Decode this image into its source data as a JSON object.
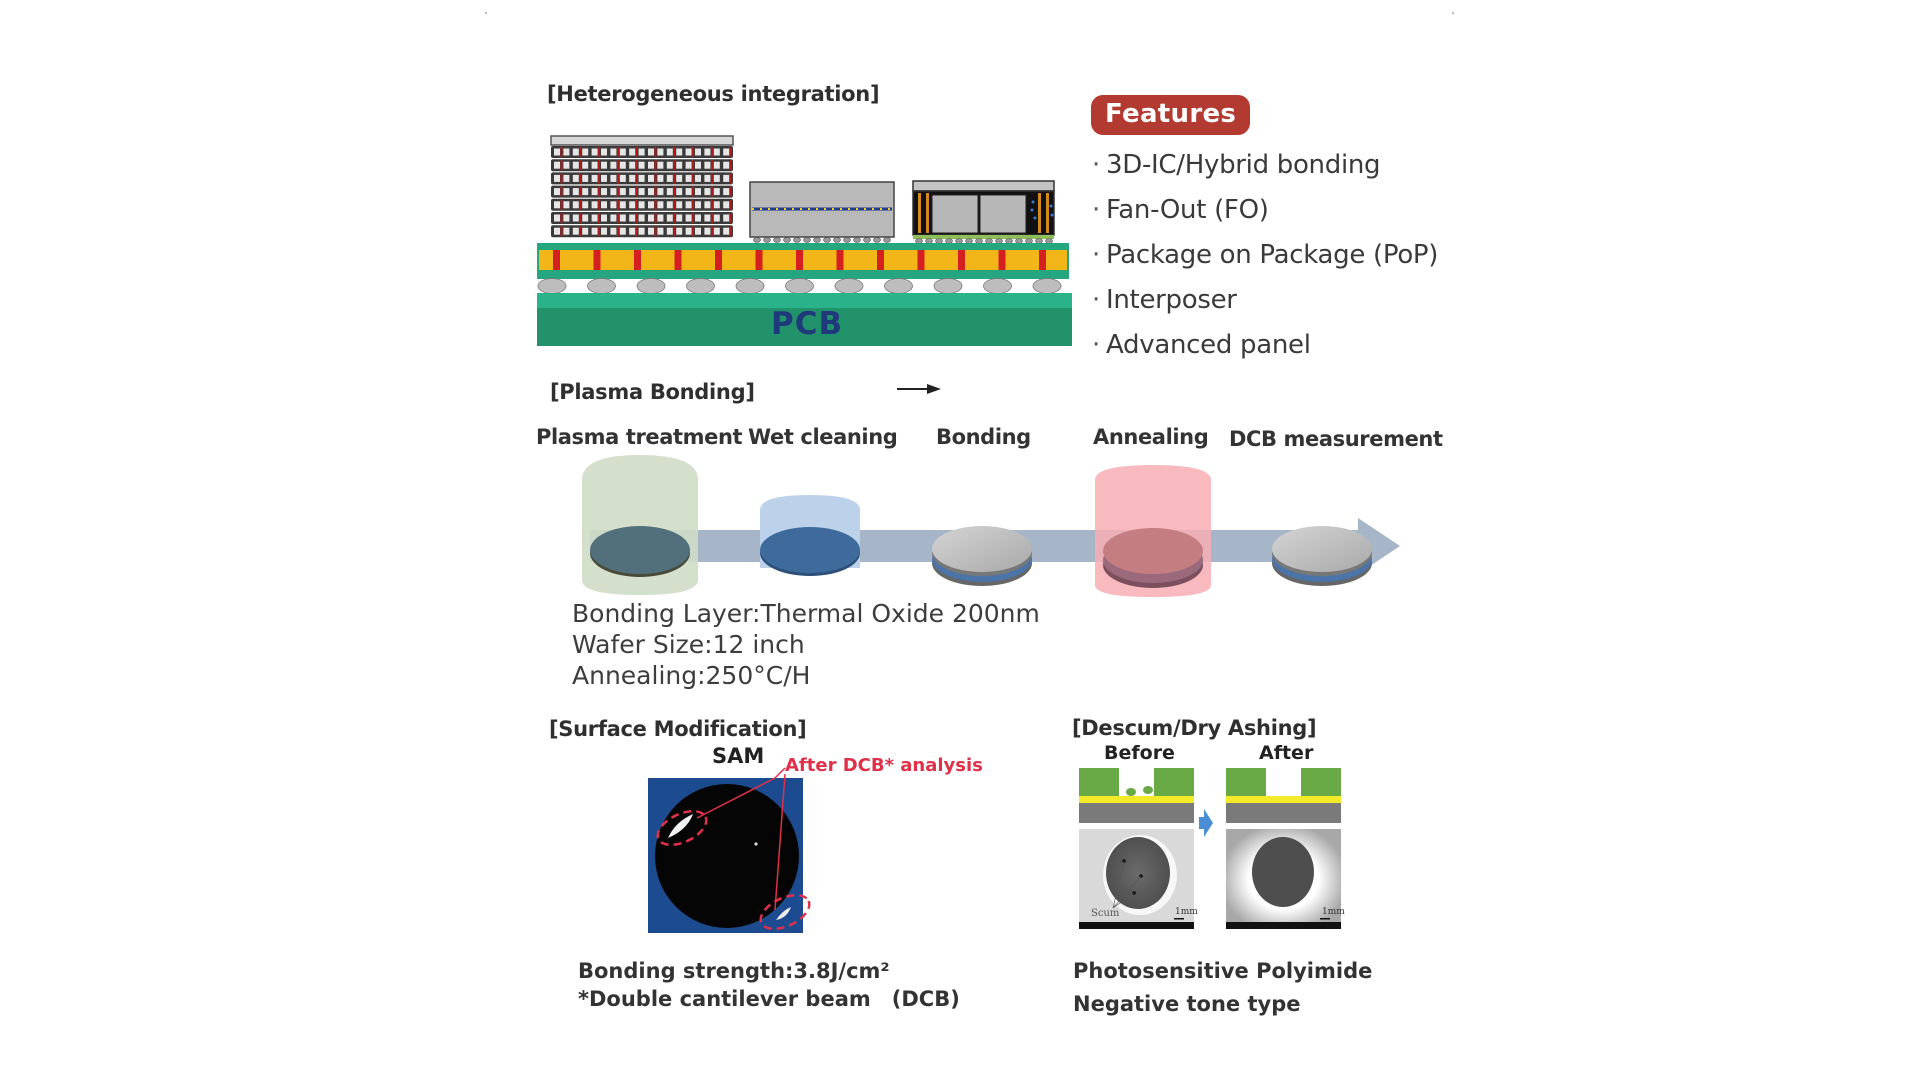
{
  "heterogeneous": {
    "title": "[Heterogeneous integration]",
    "pcb_label": "PCB"
  },
  "features": {
    "badge": "Features",
    "bullet": "·",
    "items": [
      "3D-IC/Hybrid bonding",
      "Fan-Out (FO)",
      "Package on Package (PoP)",
      "Interposer",
      "Advanced panel"
    ]
  },
  "plasma_bonding": {
    "title": "[Plasma Bonding]",
    "steps": [
      {
        "label": "Plasma treatment"
      },
      {
        "label": "Wet cleaning"
      },
      {
        "label": "Bonding"
      },
      {
        "label": "Annealing"
      },
      {
        "label": "DCB measurement"
      }
    ],
    "specs": [
      "Bonding Layer:Thermal Oxide 200nm",
      "Wafer Size:12 inch",
      "Annealing:250°C/H"
    ]
  },
  "surface_modification": {
    "title": "[Surface Modification]",
    "image_label": "SAM",
    "annotation": "After DCB* analysis",
    "captions": [
      "Bonding strength:3.8J/cm²",
      "*Double cantilever beam　(DCB)"
    ]
  },
  "descum": {
    "title": "[Descum/Dry Ashing]",
    "before_label": "Before",
    "after_label": "After",
    "scum_label": "Scum",
    "scale_label": "1mm",
    "captions": [
      "Photosensitive Polyimide",
      "Negative tone type"
    ]
  },
  "colors": {
    "badge": "#b23a30",
    "annotation_red": "#e0304a",
    "pcb_green": "#22926b",
    "substrate_yellow": "#f2b619",
    "via_red": "#d42020",
    "pcb_text": "#1f3a7a",
    "flow_band": "#a7b5c8",
    "polyimide_green": "#6aaa46",
    "seed_yellow": "#f3ea2a"
  }
}
